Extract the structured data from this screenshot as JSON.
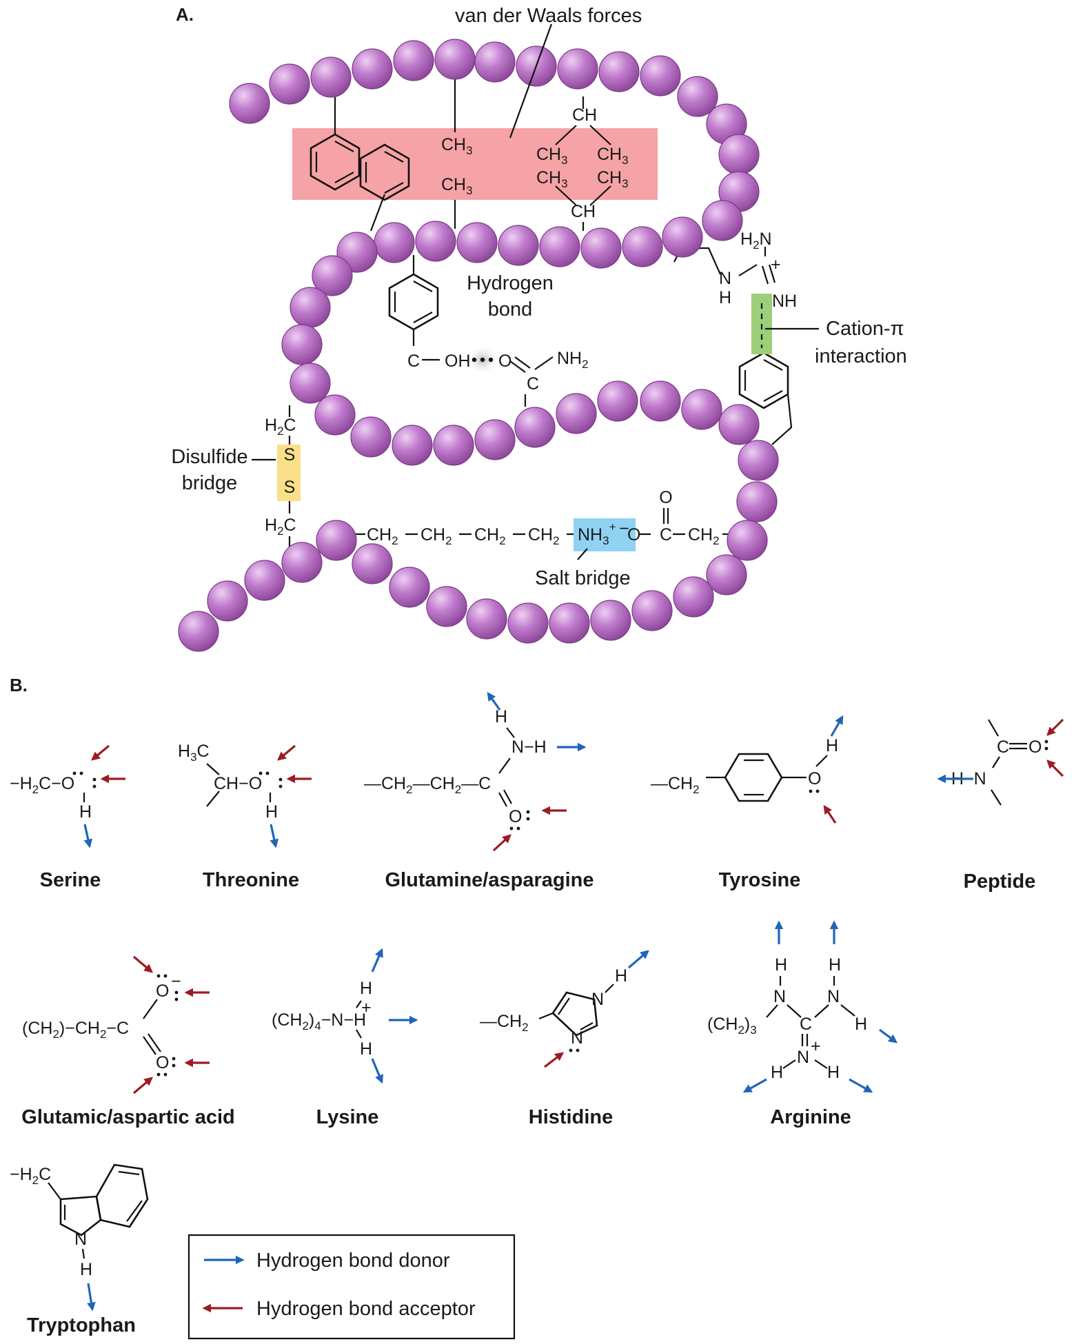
{
  "figure": {
    "colors": {
      "bead": "#a35ab0",
      "bead_highlight": "#e7c8ee",
      "vdw_box": "#f5a3a6",
      "hbond_glow": "#cfcfcf",
      "cation_pi_box": "#9ccf78",
      "disulfide_box": "#fbe08a",
      "salt_bridge_box": "#8fd2f2",
      "donor_arrow": "#1f66b8",
      "acceptor_arrow": "#9b1c24"
    },
    "panel_a": {
      "label": "A.",
      "vdw_label": "van der Waals forces",
      "hbond_label_1": "Hydrogen",
      "hbond_label_2": "bond",
      "cation_label_1": "Cation-π",
      "cation_label_2": "interaction",
      "disulfide_label_1": "Disulfide",
      "disulfide_label_2": "bridge",
      "salt_label": "Salt bridge"
    },
    "panel_b": {
      "label": "B.",
      "residues": [
        "Serine",
        "Threonine",
        "Glutamine/asparagine",
        "Tyrosine",
        "Peptide",
        "Glutamic/aspartic acid",
        "Lysine",
        "Histidine",
        "Arginine",
        "Tryptophan"
      ]
    },
    "legend": {
      "donor": "Hydrogen bond donor",
      "acceptor": "Hydrogen bond acceptor"
    }
  }
}
